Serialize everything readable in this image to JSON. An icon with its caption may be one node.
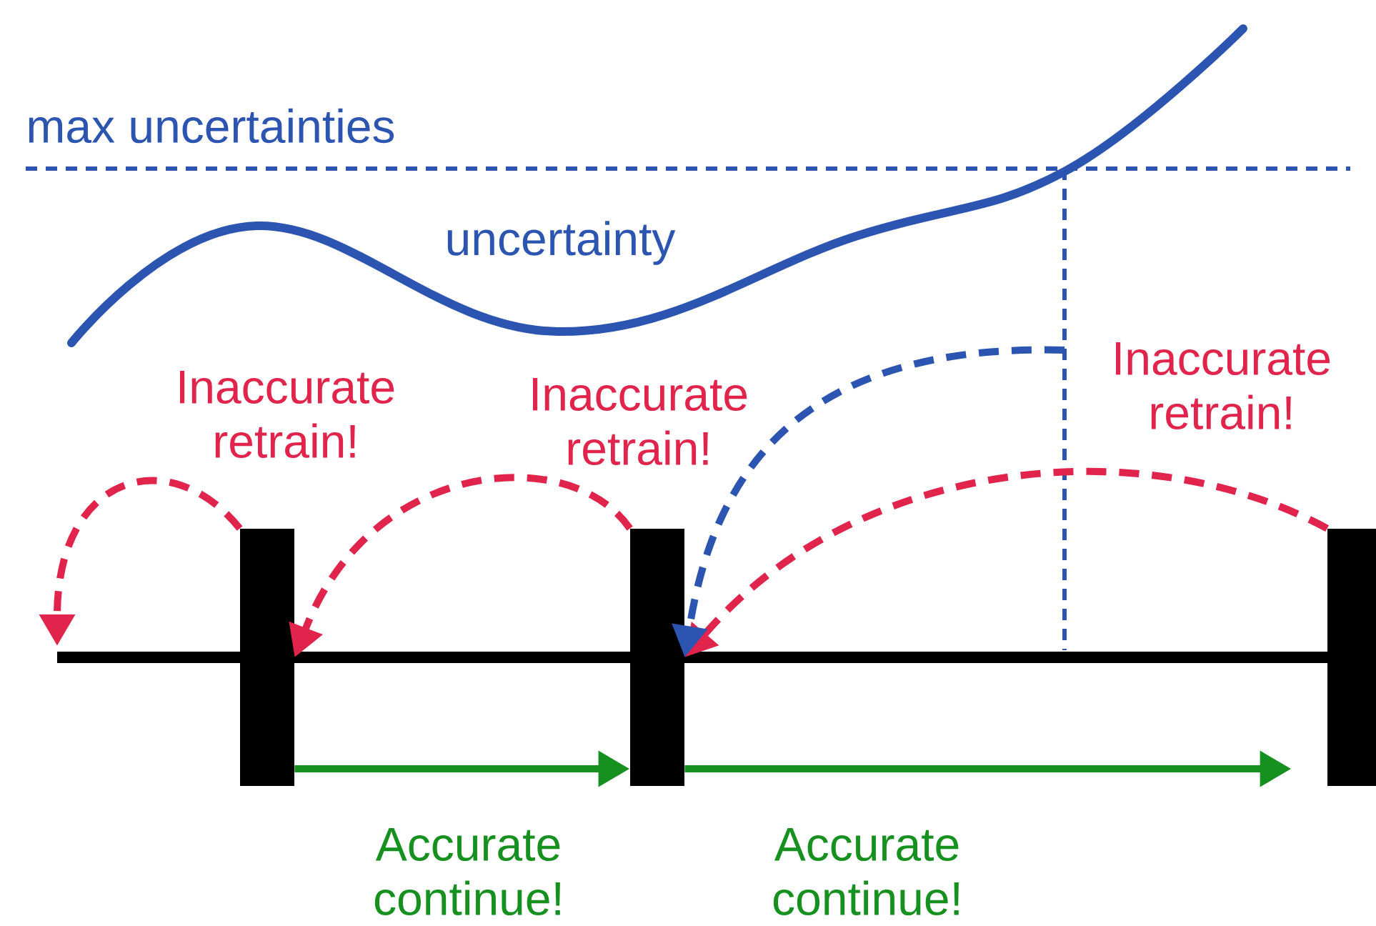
{
  "diagram": {
    "nodes": [
      {
        "text": [],
        "shape": "bar"
      },
      {
        "text": [],
        "shape": "bar"
      },
      {
        "text": [],
        "shape": "bar"
      }
    ],
    "edges": [
      {
        "from": 0,
        "to": null,
        "arrow": "to",
        "style": "dashed",
        "color": "#e0244b",
        "label": "Inaccurate retrain!"
      },
      {
        "from": 1,
        "to": 0,
        "arrow": "to",
        "style": "dashed",
        "color": "#e0244b",
        "label": "Inaccurate retrain!"
      },
      {
        "from": 2,
        "to": 1,
        "arrow": "to",
        "style": "dashed",
        "color": "#e0244b",
        "label": "Inaccurate retrain!"
      },
      {
        "from": null,
        "to": 1,
        "arrow": "to",
        "style": "dashed",
        "color": "#2b55b0"
      },
      {
        "from": 0,
        "to": 1,
        "arrow": "to",
        "color": "#16901e",
        "label": "Accurate continue!"
      },
      {
        "from": 1,
        "to": 2,
        "arrow": "to",
        "color": "#16901e",
        "label": "Accurate continue!"
      }
    ],
    "labels": [
      "max uncertainties",
      "uncertainty"
    ]
  }
}
